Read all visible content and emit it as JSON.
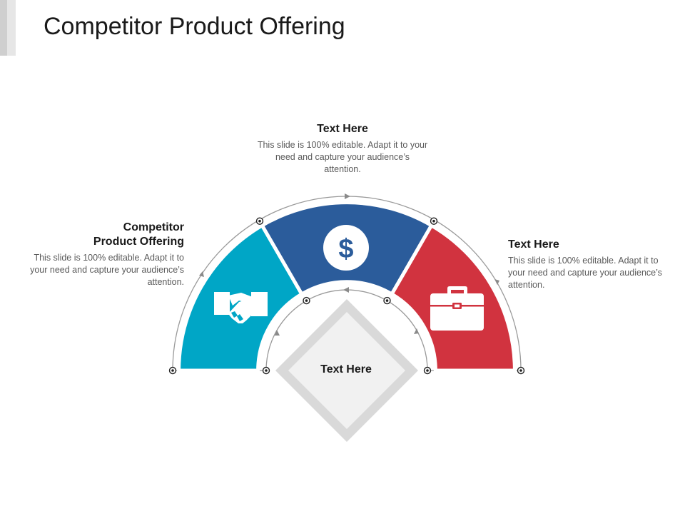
{
  "slide": {
    "title": "Competitor Product Offering"
  },
  "colors": {
    "left_segment": "#00A6C6",
    "middle_segment": "#2B5C9B",
    "right_segment": "#D1333F",
    "diamond_outer": "#D9D9D9",
    "diamond_inner": "#F1F1F1",
    "guide_line": "#9A9A9A"
  },
  "top_block": {
    "heading": "Text Here",
    "body": "This slide is 100% editable. Adapt it to your need and capture your audience’s attention."
  },
  "left_block": {
    "heading": "Competitor\nProduct Offering",
    "body": "This slide is 100% editable. Adapt it to your need and capture your audience’s attention."
  },
  "right_block": {
    "heading": "Text Here",
    "body": "This slide is 100% editable. Adapt it to your need and capture your audience’s attention."
  },
  "center": {
    "label": "Text Here"
  },
  "icons": {
    "left": "handshake-icon",
    "middle": "dollar-icon",
    "right": "briefcase-icon"
  }
}
